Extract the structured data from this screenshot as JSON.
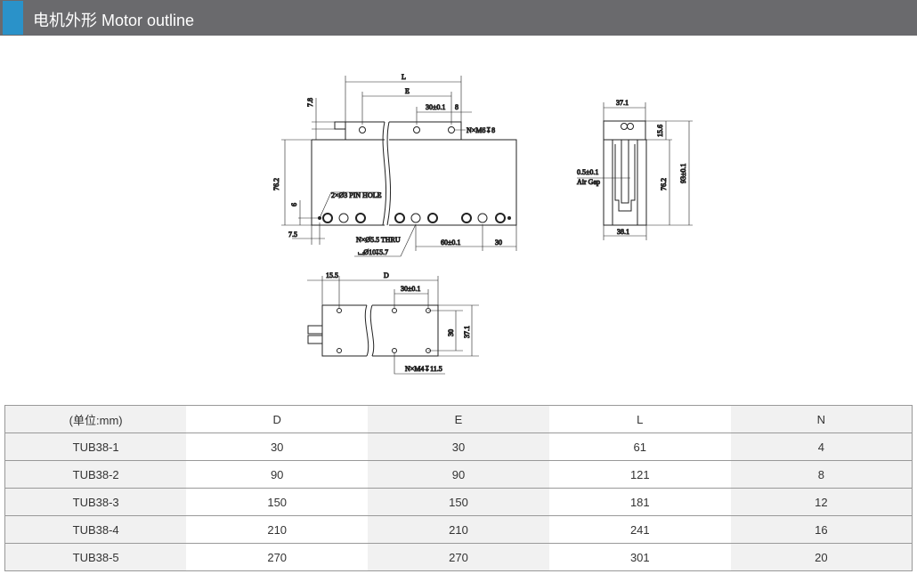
{
  "header": {
    "title": "电机外形  Motor outline",
    "accent_color": "#2a92c9"
  },
  "drawing": {
    "front": {
      "L": "L",
      "E": "E",
      "pitch_top": "30±0.1",
      "end_top": "8",
      "top_thread": "N×M6↧8",
      "h_7_8": "7.8",
      "height": "76.2",
      "pin_hole": "2×Ø3 PIN HOLE",
      "h_6": "6",
      "w_7_5": "7.5",
      "thru": "N×Ø5.5 THRU",
      "cbore": "⌴Ø10↧5.7",
      "pitch_bottom": "60±0.1",
      "end_bottom": "30"
    },
    "side": {
      "top_w": "37.1",
      "bottom_w": "38.1",
      "h_15_6": "15.6",
      "height": "76.2",
      "total": "93±0.1",
      "gap": "0.5±0.1",
      "gap_label": "Air Gap"
    },
    "bottom": {
      "offset": "15.5",
      "D": "D",
      "pitch": "30±0.1",
      "inner": "30",
      "width": "37.1",
      "thread": "N×M4↧11.5"
    }
  },
  "table": {
    "headers": [
      "(单位:mm)",
      "D",
      "E",
      "L",
      "N"
    ],
    "rows": [
      [
        "TUB38-1",
        "30",
        "30",
        "61",
        "4"
      ],
      [
        "TUB38-2",
        "90",
        "90",
        "121",
        "8"
      ],
      [
        "TUB38-3",
        "150",
        "150",
        "181",
        "12"
      ],
      [
        "TUB38-4",
        "210",
        "210",
        "241",
        "16"
      ],
      [
        "TUB38-5",
        "270",
        "270",
        "301",
        "20"
      ]
    ]
  }
}
